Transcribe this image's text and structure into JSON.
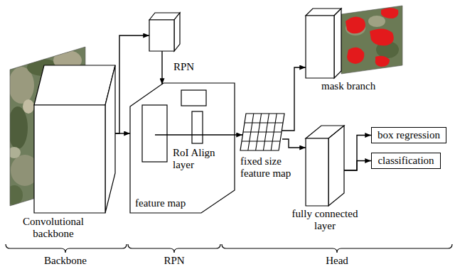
{
  "diagram": {
    "nodes": [
      {
        "text": [
          "Convolutional backbone"
        ]
      },
      {
        "text": [
          "RPN"
        ]
      },
      {
        "text": [
          "feature map"
        ]
      },
      {
        "text": [
          "fixed size feature map"
        ]
      },
      {
        "text": [
          "mask branch"
        ]
      },
      {
        "text": [
          "fully connected layer"
        ]
      },
      {
        "text": [
          "box regression"
        ]
      },
      {
        "text": [
          "classification"
        ]
      }
    ],
    "edges": [
      {
        "from": 0,
        "to": 2,
        "arrow": "to"
      },
      {
        "from": 0,
        "to": 1,
        "arrow": "to"
      },
      {
        "from": 1,
        "to": 2,
        "arrow": "to"
      },
      {
        "from": 2,
        "to": 3,
        "arrow": "to"
      },
      {
        "from": 3,
        "to": 4,
        "arrow": "to"
      },
      {
        "from": 3,
        "to": 5,
        "arrow": "to"
      },
      {
        "from": 5,
        "to": 6,
        "arrow": "to"
      },
      {
        "from": 5,
        "to": 7,
        "arrow": "to"
      }
    ],
    "labels": [
      "RoI Align layer",
      "Backbone",
      "RPN",
      "Head"
    ]
  }
}
